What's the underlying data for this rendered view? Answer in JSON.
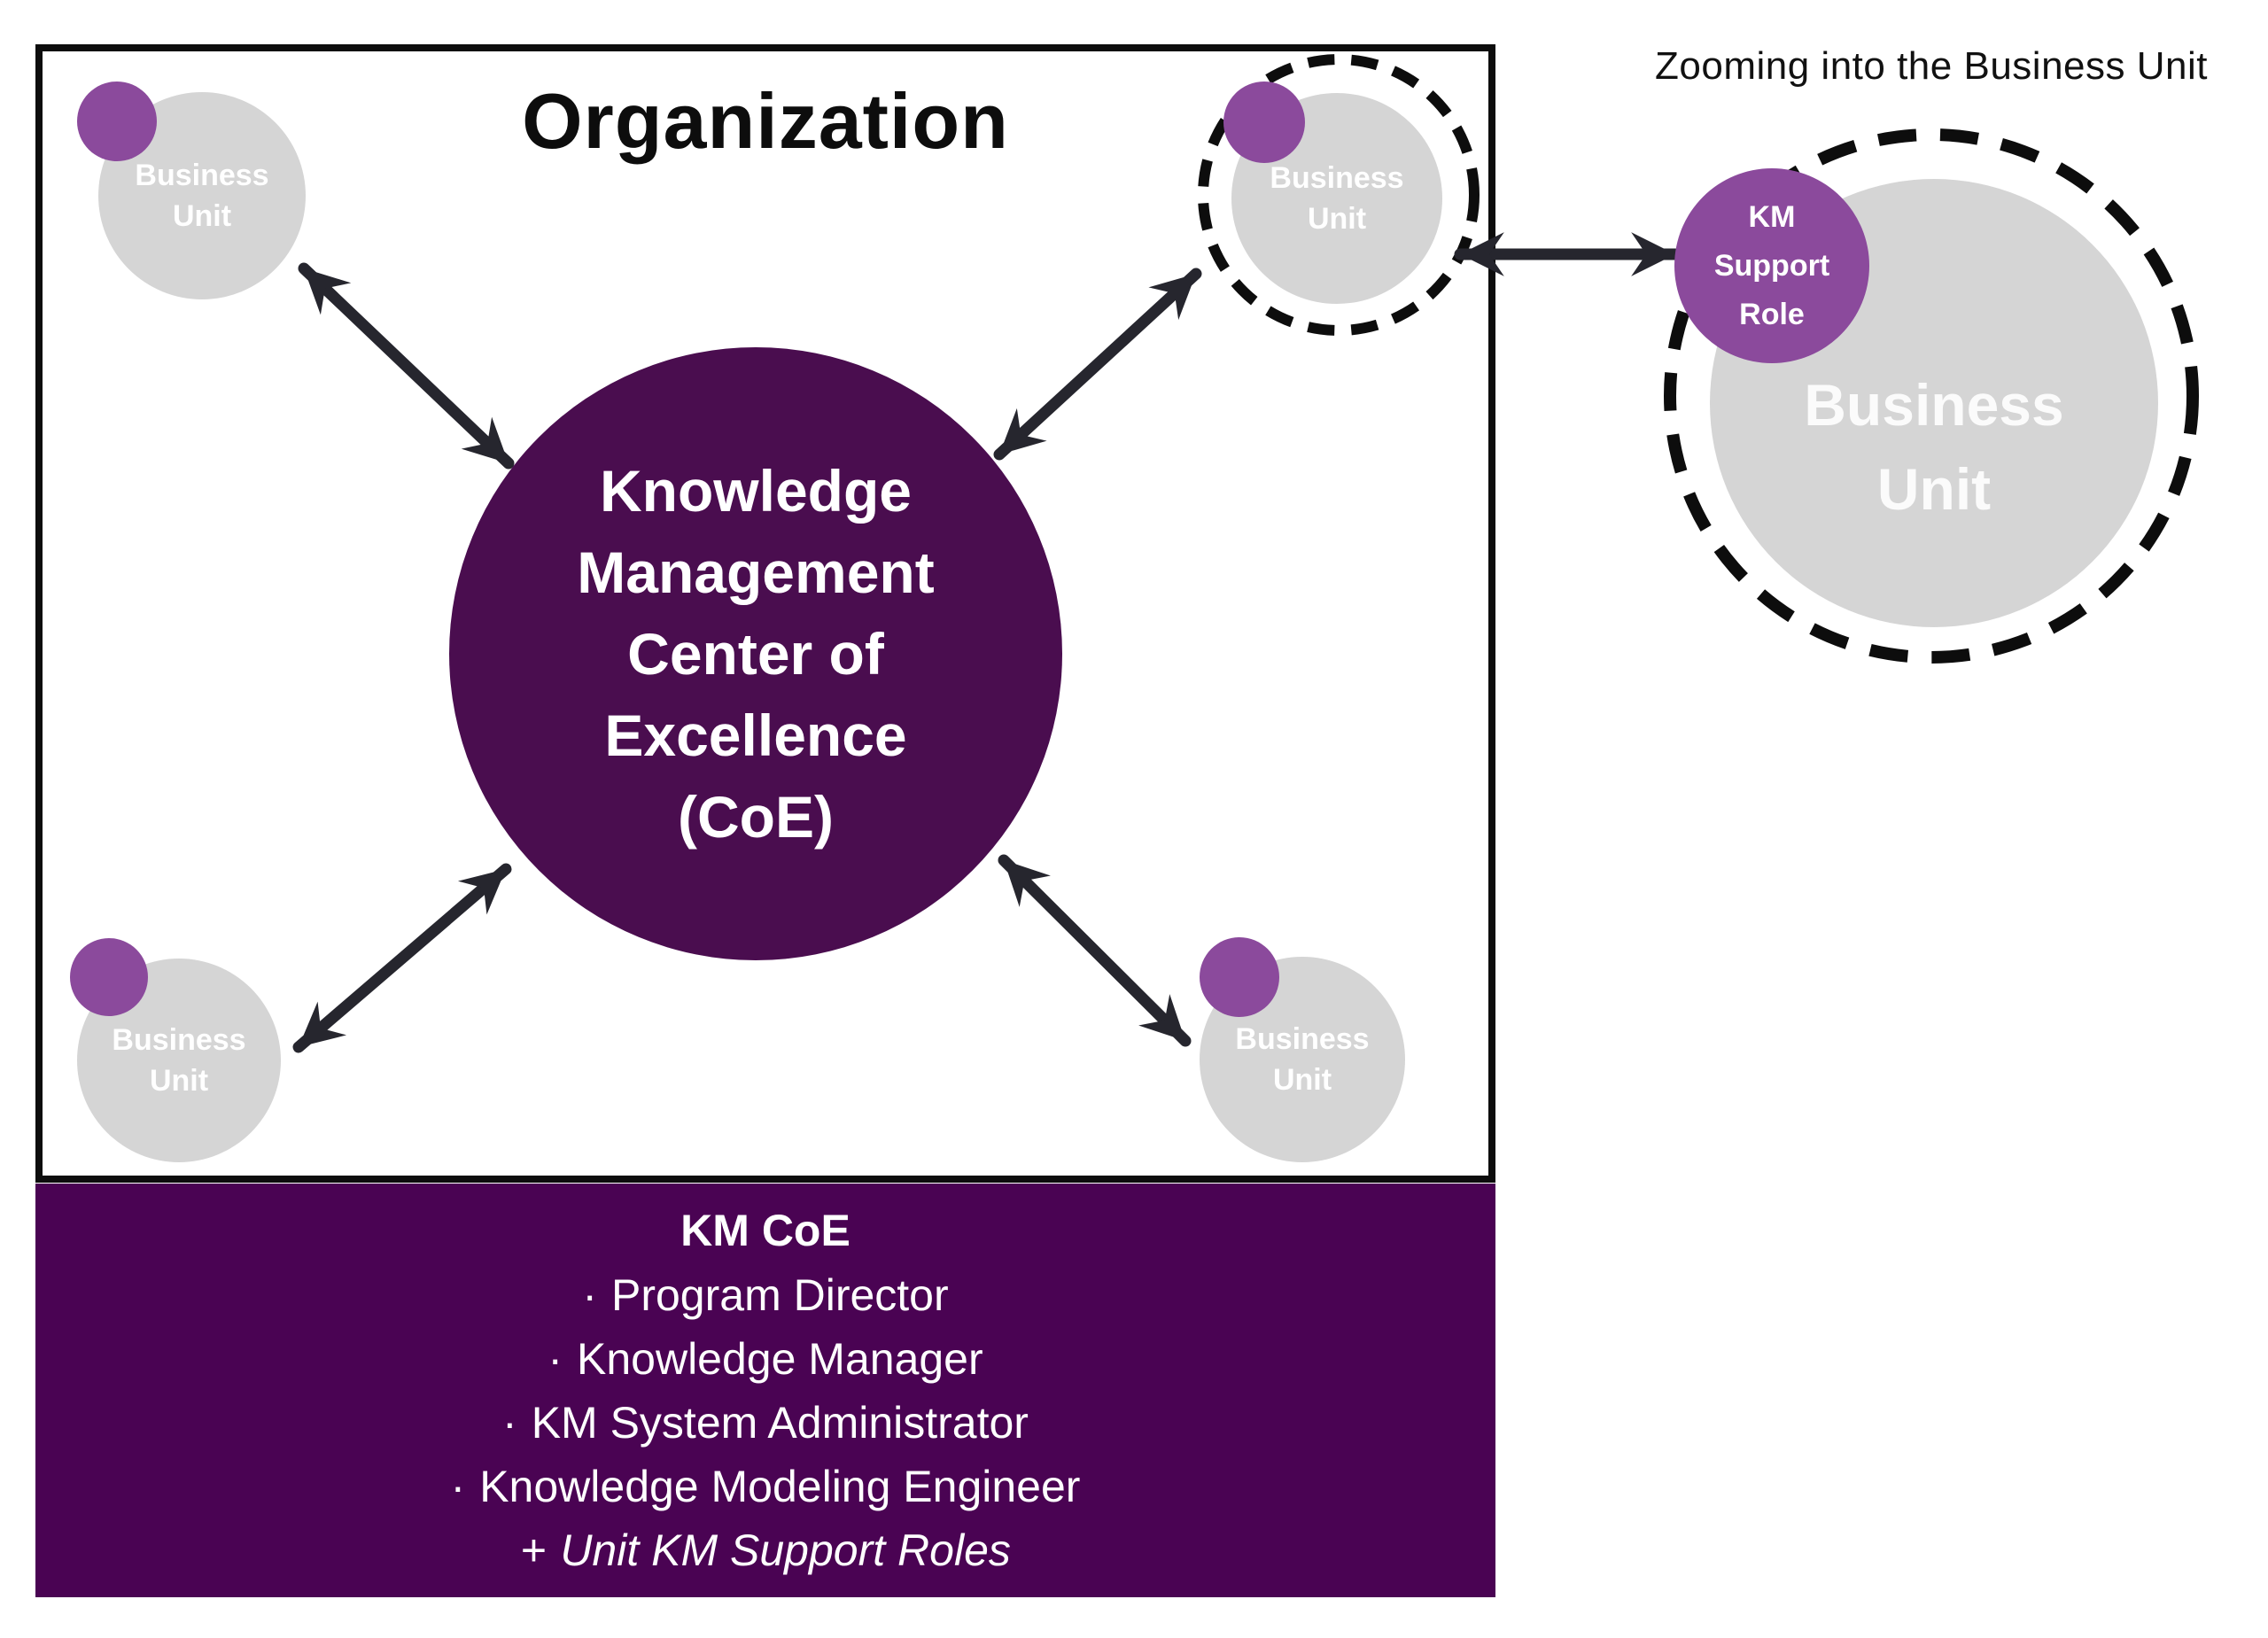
{
  "colors": {
    "dark_purple_circle": "#4a0d4f",
    "dark_purple_banner": "#4a0353",
    "accent_purple": "#8b4a9c",
    "unit_gray": "#d5d5d5",
    "arrow_dark": "#26262e",
    "outline_black": "#0d0d0d",
    "text_white": "#ffffff",
    "text_black": "#111111"
  },
  "org_box": {
    "title": "Organization"
  },
  "business_unit_label": {
    "line1": "Business",
    "line2": "Unit"
  },
  "center_circle": {
    "lines": [
      "Knowledge",
      "Management",
      "Center of",
      "Excellence",
      "(CoE)"
    ]
  },
  "banner": {
    "title": "KM CoE",
    "items": [
      {
        "bullet": "·",
        "text": "Program Director"
      },
      {
        "bullet": "·",
        "text": "Knowledge Manager"
      },
      {
        "bullet": "·",
        "text": "KM System Administrator"
      },
      {
        "bullet": "·",
        "text": "Knowledge Modeling Engineer"
      },
      {
        "bullet": "+",
        "text": "Unit KM Support Roles"
      }
    ]
  },
  "zoom_panel": {
    "title": "Zooming into the Business Unit",
    "km_support_role": {
      "lines": [
        "KM",
        "Support",
        "Role"
      ]
    }
  }
}
